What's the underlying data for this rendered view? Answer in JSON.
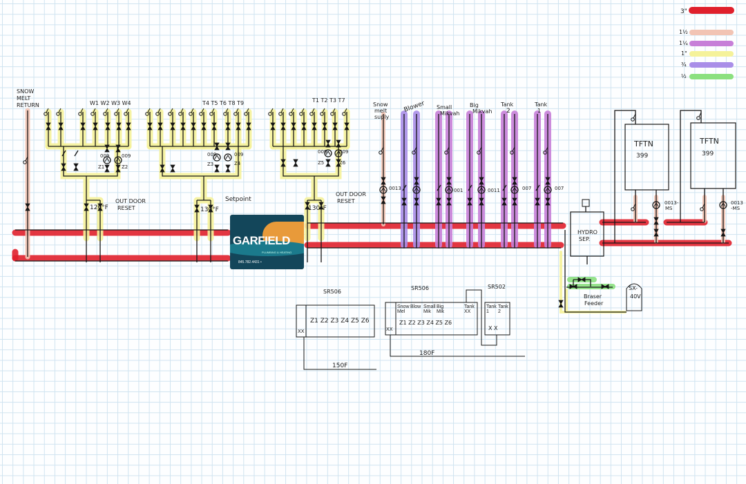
{
  "legend": {
    "items": [
      {
        "label": "3\"",
        "color": "#e0202c"
      },
      {
        "label": "1½",
        "color": "#f2c4b4"
      },
      {
        "label": "1¼",
        "color": "#c77fd8"
      },
      {
        "label": "1\"",
        "color": "#f5f29a"
      },
      {
        "label": "¾",
        "color": "#a98ee8"
      },
      {
        "label": "½",
        "color": "#8be07f"
      }
    ]
  },
  "labels": {
    "snow_melt_return": [
      "SNOW",
      "MELT",
      "RETURN"
    ],
    "group1_zones": "W1 W2 W3 W4",
    "group1_pump1": "009",
    "group1_z1": "Z1",
    "group1_pump2": "009",
    "group1_z2": "Z2",
    "group1_temp": "120°F",
    "group1_reset": [
      "OUT DOOR",
      "RESET"
    ],
    "group2_zones": "T4 T5 T6 T8 T9",
    "group2_pump1": "009",
    "group2_z3": "Z3",
    "group2_pump2": "009",
    "group2_z4": "Z4",
    "group2_temp": "130°F",
    "group2_setpoint": "Setpoint",
    "group3_zones": "T1 T2 T3 T7",
    "group3_pump1": "009",
    "group3_z5": "Z5",
    "group3_pump2": "009",
    "group3_z6": "Z6",
    "group3_temp": "130°F",
    "group3_reset": [
      "OUT DOOR",
      "RESET"
    ],
    "snow_melt_supply": [
      "Snow",
      "melt",
      "suply"
    ],
    "snow_pump": "0013",
    "blower": "Blower",
    "small_mikvah": [
      "Small",
      "Mikvah"
    ],
    "small_pump": "001",
    "big_mikvah": [
      "Big",
      "Mikvah"
    ],
    "big_pump": "0011",
    "tank2": [
      "Tank",
      "2"
    ],
    "tank2_pump": "007",
    "tank1": [
      "Tank",
      "1"
    ],
    "tank1_pump": "007",
    "hydro_sep": [
      "HYDRO",
      "SEP."
    ],
    "boiler1": [
      "TFTN",
      "399"
    ],
    "boiler1_pump": [
      "0013-",
      "MS"
    ],
    "boiler2": [
      "TFTN",
      "399"
    ],
    "boiler2_pump": [
      "0013",
      "-MS"
    ],
    "feeder": [
      "Braser",
      "Feeder"
    ],
    "expansion_tank": [
      "SX-",
      "40V"
    ]
  },
  "controls": {
    "sr506_a": {
      "title": "SR506",
      "zones": "Z1 Z2 Z3 Z4 Z5 Z6",
      "xx": "XX",
      "temp": "150F"
    },
    "sr506_b": {
      "title": "SR506",
      "zone_names": [
        "Snow Mel",
        "Blow",
        "Small Mik",
        "Big Mik",
        "",
        "Tank XX"
      ],
      "zones": "Z1  Z2 Z3  Z4  Z5  Z6",
      "xx": "XX",
      "temp": "180F"
    },
    "sr502": {
      "title": "SR502",
      "zone_names": [
        "Tank 1",
        "Tank 2"
      ],
      "marks": "X   X"
    }
  },
  "logo": {
    "name": "GARFIELD",
    "sub": "PLUMBING & HEATING",
    "phone": "845.782.4431 •"
  }
}
